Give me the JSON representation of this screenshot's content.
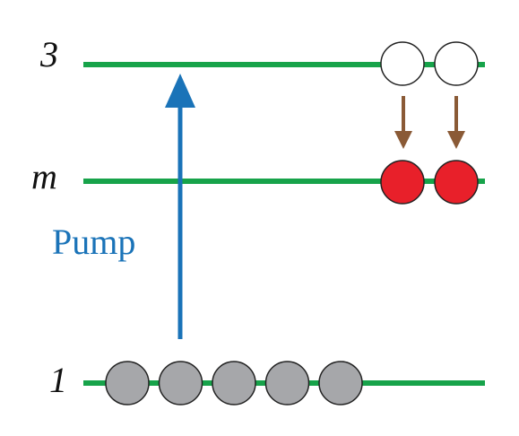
{
  "levels": {
    "top": {
      "label": "3"
    },
    "middle": {
      "label": "m"
    },
    "ground": {
      "label": "1"
    }
  },
  "pump": {
    "label": "Pump"
  },
  "colors": {
    "level_line": "#17a34a",
    "pump_arrow": "#1a73b8",
    "decay_arrow": "#8a5a36",
    "ground_atom": "#a6a7aa",
    "excited_atom": "#e8202a",
    "empty_atom": "#ffffff",
    "atom_outline": "#222222"
  },
  "atoms": {
    "ground_count": 5,
    "middle_count": 2,
    "top_count": 2
  }
}
